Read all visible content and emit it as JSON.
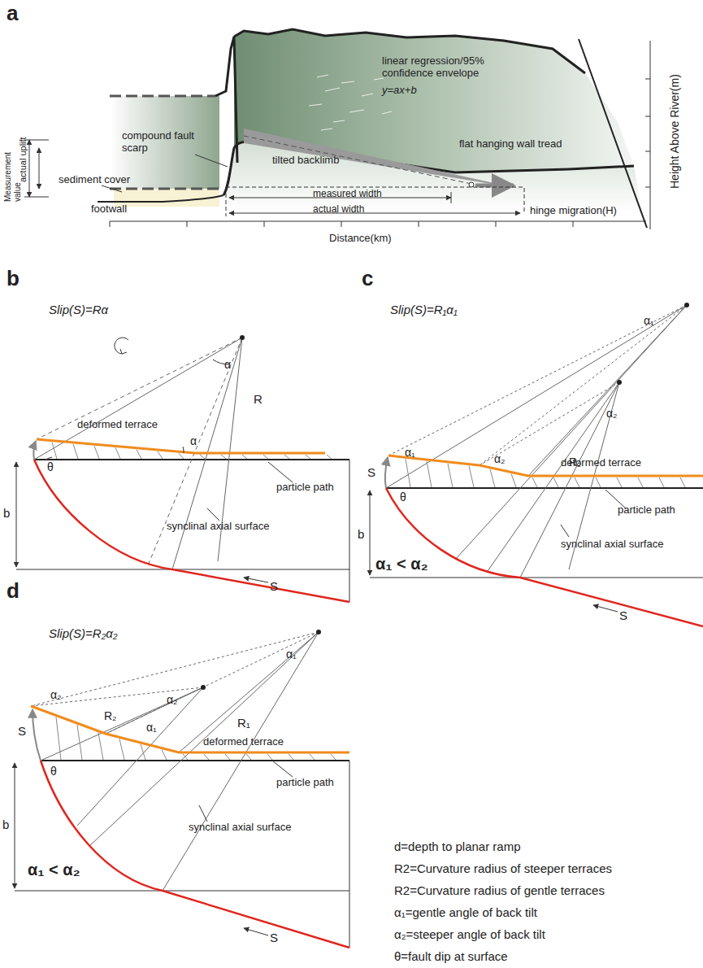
{
  "diagram": {
    "labels": [
      "a",
      "Height Above River(m)",
      "Measurement value",
      "actual uplift",
      "compound fault scarp",
      "sediment cover",
      "footwall",
      "linear regression/95% confidence envelope",
      "y=ax+b",
      "tilted backlimb",
      "flat hanging wall tread",
      "measured width",
      "actual width",
      "hinge migration(H)",
      "Distance(km)",
      "b",
      "Slip(S)=Rα",
      "α",
      "R",
      "deformed terrace",
      "α",
      "θ",
      "b",
      "particle path",
      "synclinal axial surface",
      "S",
      "c",
      "Slip(S)=R₁α₁",
      "α₁",
      "α₂",
      "R₂",
      "α₁",
      "α₂",
      "S",
      "θ",
      "b",
      "deformed terrace",
      "particle path",
      "synclinal axial surface",
      "α₁ < α₂",
      "S",
      "d",
      "Slip(S)=R₂α₂",
      "α₁",
      "α₂",
      "R₂",
      "α₁",
      "R₁",
      "α₂",
      "S",
      "θ",
      "b",
      "deformed terrace",
      "particle path",
      "synclinal axial surface",
      "α₁ < α₂",
      "S",
      "d=depth to planar ramp",
      "R2=Curvature radius of steeper terraces",
      "R2=Curvature radius of gentle terraces",
      "α₁=gentle angle of back tilt",
      "α₂=steeper angle of back tilt",
      "θ=fault dip at surface"
    ]
  }
}
